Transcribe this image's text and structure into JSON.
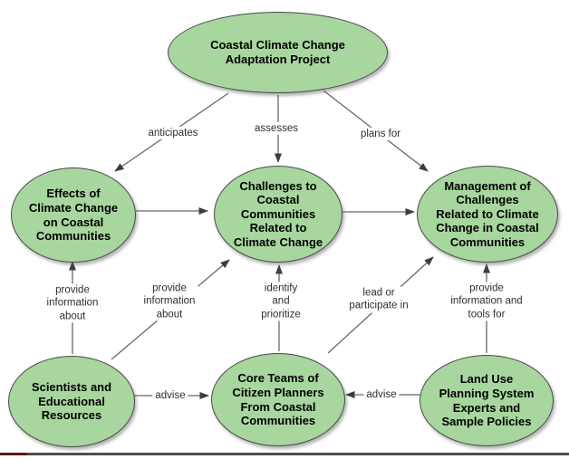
{
  "diagram": {
    "type": "concept-map",
    "title": "Coastal Climate Change Adaptation Project concept map",
    "colors": {
      "page_bg": "#ffffff",
      "node_fill": "#a7d69e",
      "node_border": "#4a4a4a",
      "line_color": "#686868",
      "arrow_color": "#3d3d3d",
      "bar_red": "#5a1919",
      "bar_gray": "#4e4e4e"
    },
    "nodes": [
      {
        "id": "project",
        "label": "Coastal Climate Change\nAdaptation Project"
      },
      {
        "id": "effects",
        "label": "Effects of\nClimate Change\non Coastal\nCommunities"
      },
      {
        "id": "challenges",
        "label": "Challenges to\nCoastal\nCommunities\nRelated to\nClimate Change"
      },
      {
        "id": "management",
        "label": "Management of\nChallenges\nRelated to Climate\nChange in Coastal\nCommunities"
      },
      {
        "id": "scientists",
        "label": "Scientists and\nEducational\nResources"
      },
      {
        "id": "core_teams",
        "label": "Core Teams of\nCitizen Planners\nFrom Coastal\nCommunities"
      },
      {
        "id": "land_use",
        "label": "Land Use\nPlanning System\nExperts and\nSample Policies"
      }
    ],
    "edge_labels": [
      {
        "id": "anticipates",
        "text": "anticipates"
      },
      {
        "id": "assesses",
        "text": "assesses"
      },
      {
        "id": "plans_for",
        "text": "plans for"
      },
      {
        "id": "provide_info_1",
        "text": "provide\ninformation\nabout"
      },
      {
        "id": "provide_info_2",
        "text": "provide\ninformation\nabout"
      },
      {
        "id": "identify",
        "text": "identify\nand\nprioritize"
      },
      {
        "id": "lead",
        "text": "lead or\nparticipate in"
      },
      {
        "id": "provide_tools",
        "text": "provide\ninformation and\ntools for"
      },
      {
        "id": "advise_left",
        "text": "advise"
      },
      {
        "id": "advise_right",
        "text": "advise"
      }
    ],
    "edges": [
      {
        "from": "project",
        "to": "effects",
        "label": "anticipates"
      },
      {
        "from": "project",
        "to": "challenges",
        "label": "assesses"
      },
      {
        "from": "project",
        "to": "management",
        "label": "plans for"
      },
      {
        "from": "effects",
        "to": "challenges",
        "label": ""
      },
      {
        "from": "challenges",
        "to": "management",
        "label": ""
      },
      {
        "from": "scientists",
        "to": "effects",
        "label": "provide information about"
      },
      {
        "from": "scientists",
        "to": "challenges",
        "label": "provide information about"
      },
      {
        "from": "core_teams",
        "to": "challenges",
        "label": "identify and prioritize"
      },
      {
        "from": "core_teams",
        "to": "management",
        "label": "lead or participate in"
      },
      {
        "from": "land_use",
        "to": "management",
        "label": "provide information and tools for"
      },
      {
        "from": "scientists",
        "to": "core_teams",
        "label": "advise"
      },
      {
        "from": "land_use",
        "to": "core_teams",
        "label": "advise"
      }
    ]
  }
}
